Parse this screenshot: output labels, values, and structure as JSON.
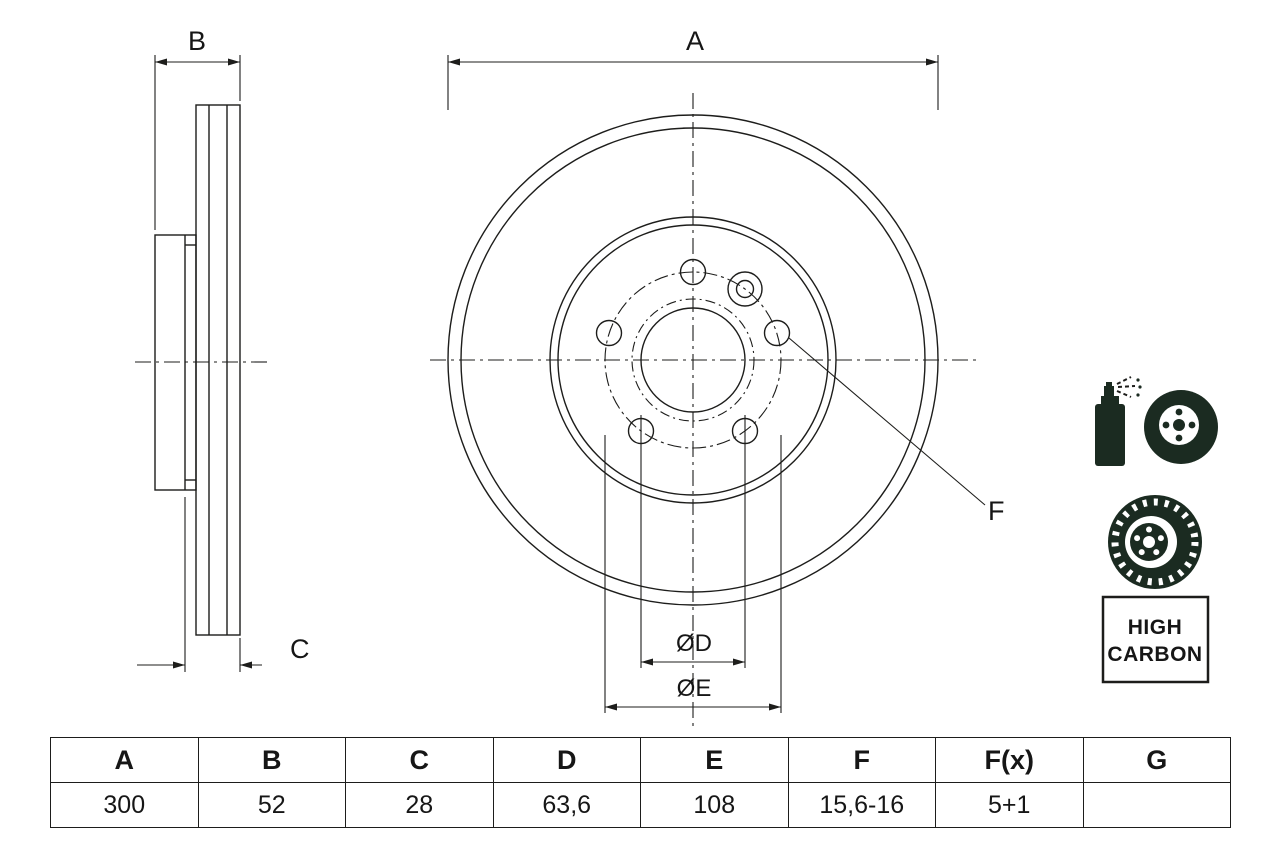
{
  "drawing": {
    "dim_labels": {
      "a": "A",
      "b": "B",
      "c": "C",
      "f": "F",
      "dia_d": "ØD",
      "dia_e": "ØE"
    },
    "badge": {
      "line1": "HIGH",
      "line2": "CARBON"
    },
    "line_color": "#1d1d1b",
    "icon_color": "#1b2b21",
    "icons": [
      "spray-coating-icon",
      "brake-disc-icon"
    ]
  },
  "table": {
    "headers": [
      "A",
      "B",
      "C",
      "D",
      "E",
      "F",
      "F(x)",
      "G"
    ],
    "values": [
      "300",
      "52",
      "28",
      "63,6",
      "108",
      "15,6-16",
      "5+1",
      ""
    ]
  }
}
